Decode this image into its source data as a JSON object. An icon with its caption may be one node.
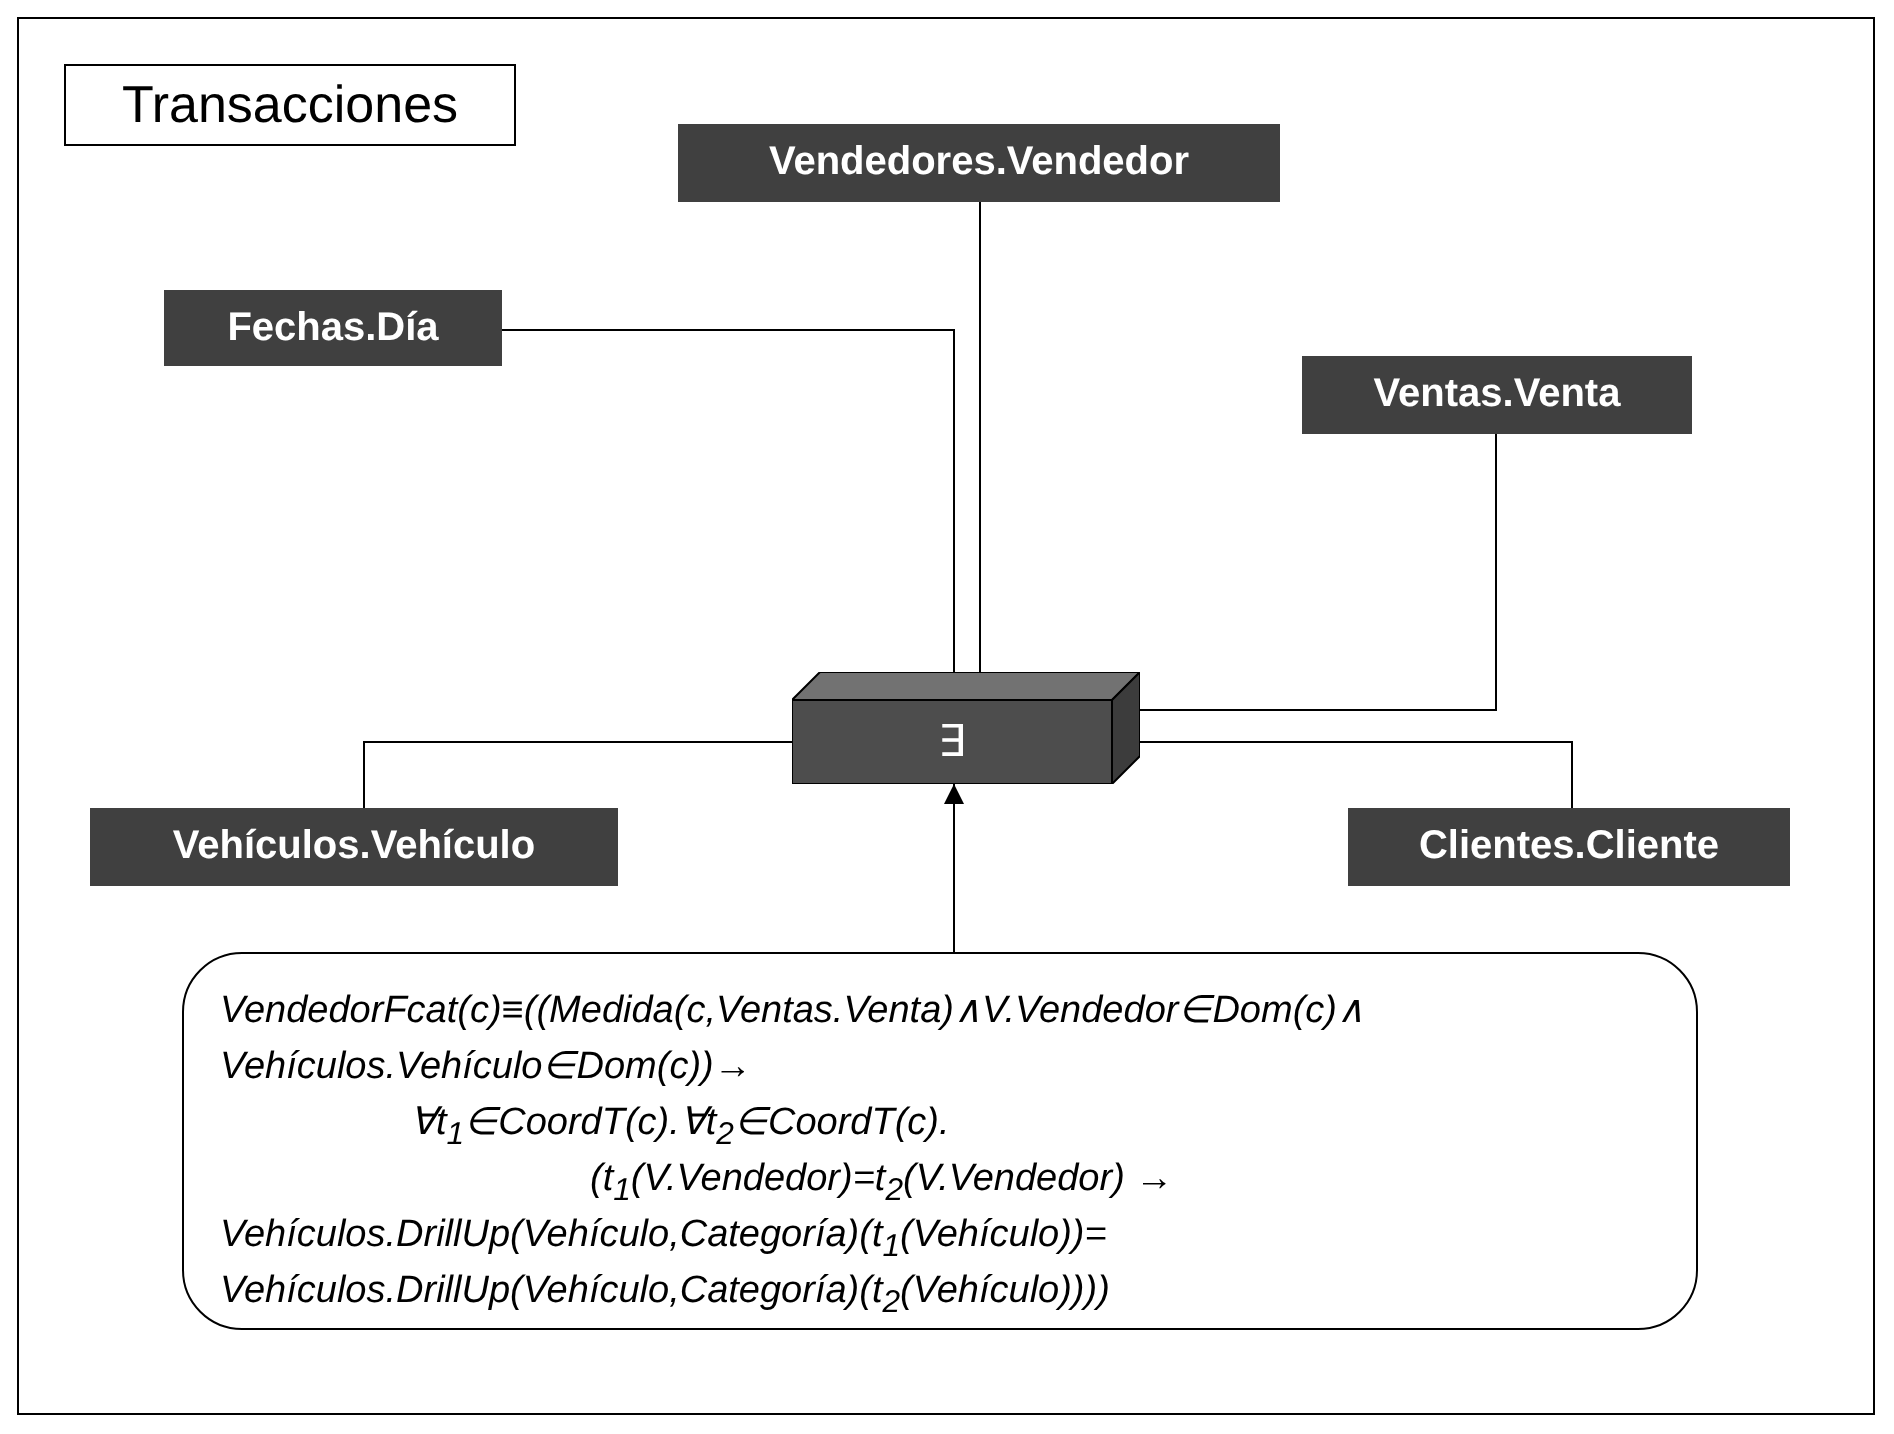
{
  "diagram": {
    "title": "Transacciones",
    "nodes": [
      {
        "text": [
          "Vendedores.Vendedor"
        ]
      },
      {
        "text": [
          "Fechas.Día"
        ]
      },
      {
        "text": [
          "Ventas.Venta"
        ]
      },
      {
        "text": [
          "∃"
        ]
      },
      {
        "text": [
          "Vehículos.Vehículo"
        ]
      },
      {
        "text": [
          "Clientes.Cliente"
        ]
      },
      {
        "text": [
          "VendedorFcat(c)≡((Medida(c,Ventas.Venta)∧V.Vendedor∈Dom(c)∧",
          "Vehículos.Vehículo∈Dom(c))→",
          "∀t$_{1}$∈CoordT(c).∀t$_{2}$∈CoordT(c).",
          "(t$_{1}$(V.Vendedor)=t$_{2}$(V.Vendedor) →",
          "Vehículos.DrillUp(Vehículo,Categoría)(t$_{1}$(Vehículo))=",
          "Vehículos.DrillUp(Vehículo,Categoría)(t$_{2}$(Vehículo))))"
        ]
      }
    ],
    "edges": [
      {
        "from": 0,
        "to": 3,
        "arrow": "none"
      },
      {
        "from": 1,
        "to": 3,
        "arrow": "none"
      },
      {
        "from": 2,
        "to": 3,
        "arrow": "none"
      },
      {
        "from": 3,
        "to": 4,
        "arrow": "none"
      },
      {
        "from": 3,
        "to": 5,
        "arrow": "none"
      },
      {
        "from": 6,
        "to": 3,
        "arrow": "to"
      }
    ]
  }
}
